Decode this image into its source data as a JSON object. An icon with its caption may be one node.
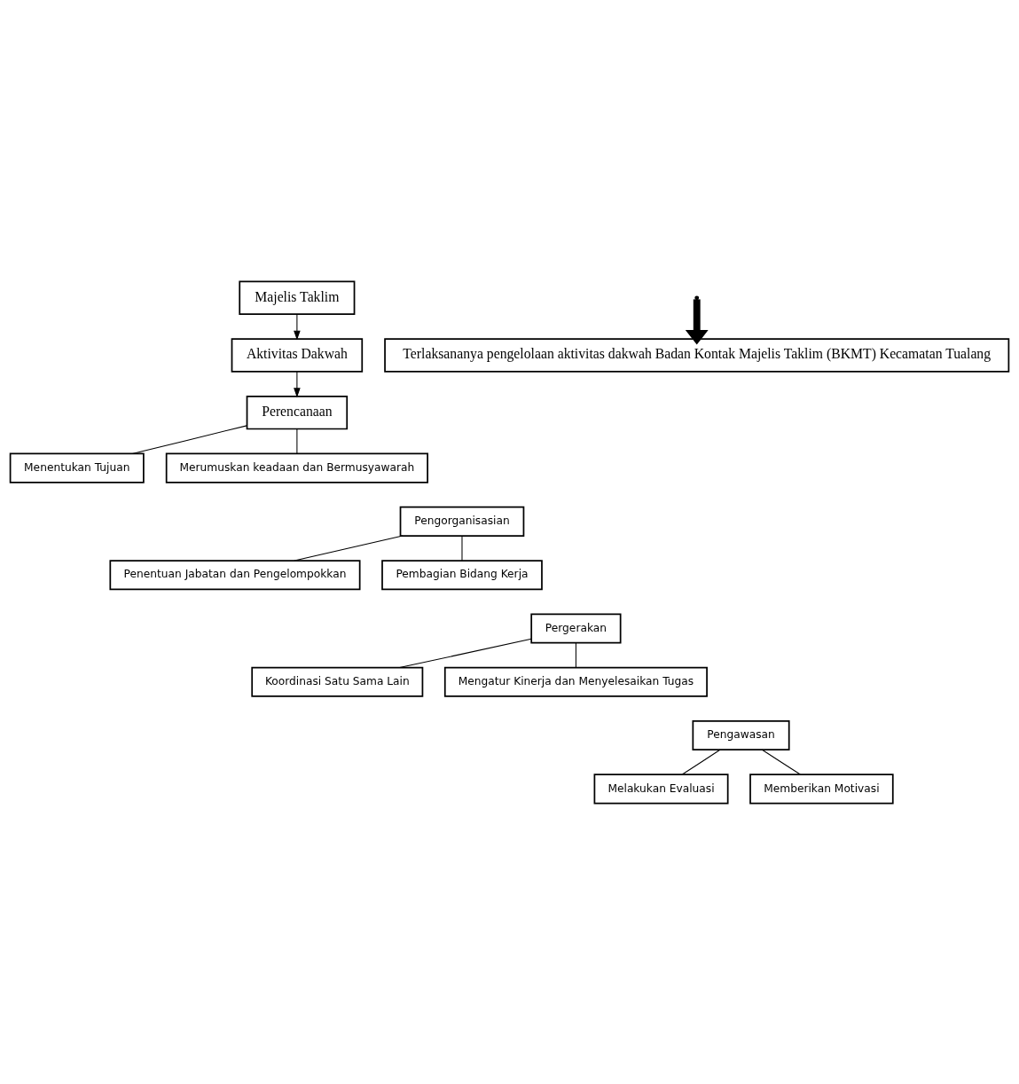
{
  "diagram": {
    "nodes": [
      {
        "text": [
          "Majelis Taklim"
        ]
      },
      {
        "text": [
          "Aktivitas Dakwah"
        ]
      },
      {
        "text": [
          "Perencanaan"
        ]
      },
      {
        "text": [
          "Menentukan Tujuan"
        ]
      },
      {
        "text": [
          "Merumuskan keadaan dan Bermusyawarah"
        ]
      },
      {
        "text": [
          "Pengorganisasian"
        ]
      },
      {
        "text": [
          "Penentuan Jabatan dan Pengelompokkan"
        ]
      },
      {
        "text": [
          "Pembagian Bidang Kerja"
        ]
      },
      {
        "text": [
          "Pergerakan"
        ]
      },
      {
        "text": [
          "Koordinasi Satu Sama Lain"
        ]
      },
      {
        "text": [
          "Mengatur Kinerja dan Menyelesaikan Tugas"
        ]
      },
      {
        "text": [
          "Pengawasan"
        ]
      },
      {
        "text": [
          "Melakukan Evaluasi"
        ]
      },
      {
        "text": [
          "Memberikan Motivasi"
        ]
      },
      {
        "text": [
          "Terlaksananya pengelolaan aktivitas dakwah Badan Kontak Majelis Taklim (BKMT) Kecamatan Tualang"
        ]
      }
    ],
    "edges": [
      {
        "from": 0,
        "to": 1,
        "arrow": "to"
      },
      {
        "from": 1,
        "to": 2,
        "arrow": "to"
      },
      {
        "from": 2,
        "to": 3,
        "arrow": "none"
      },
      {
        "from": 2,
        "to": 4,
        "arrow": "none"
      },
      {
        "from": 5,
        "to": 6,
        "arrow": "none"
      },
      {
        "from": 5,
        "to": 7,
        "arrow": "none"
      },
      {
        "from": 8,
        "to": 9,
        "arrow": "none"
      },
      {
        "from": 8,
        "to": 10,
        "arrow": "none"
      },
      {
        "from": 11,
        "to": 12,
        "arrow": "none"
      },
      {
        "from": 11,
        "to": 13,
        "arrow": "none"
      },
      {
        "from": null,
        "to": 14,
        "arrow": "to",
        "style": "thick"
      }
    ]
  }
}
